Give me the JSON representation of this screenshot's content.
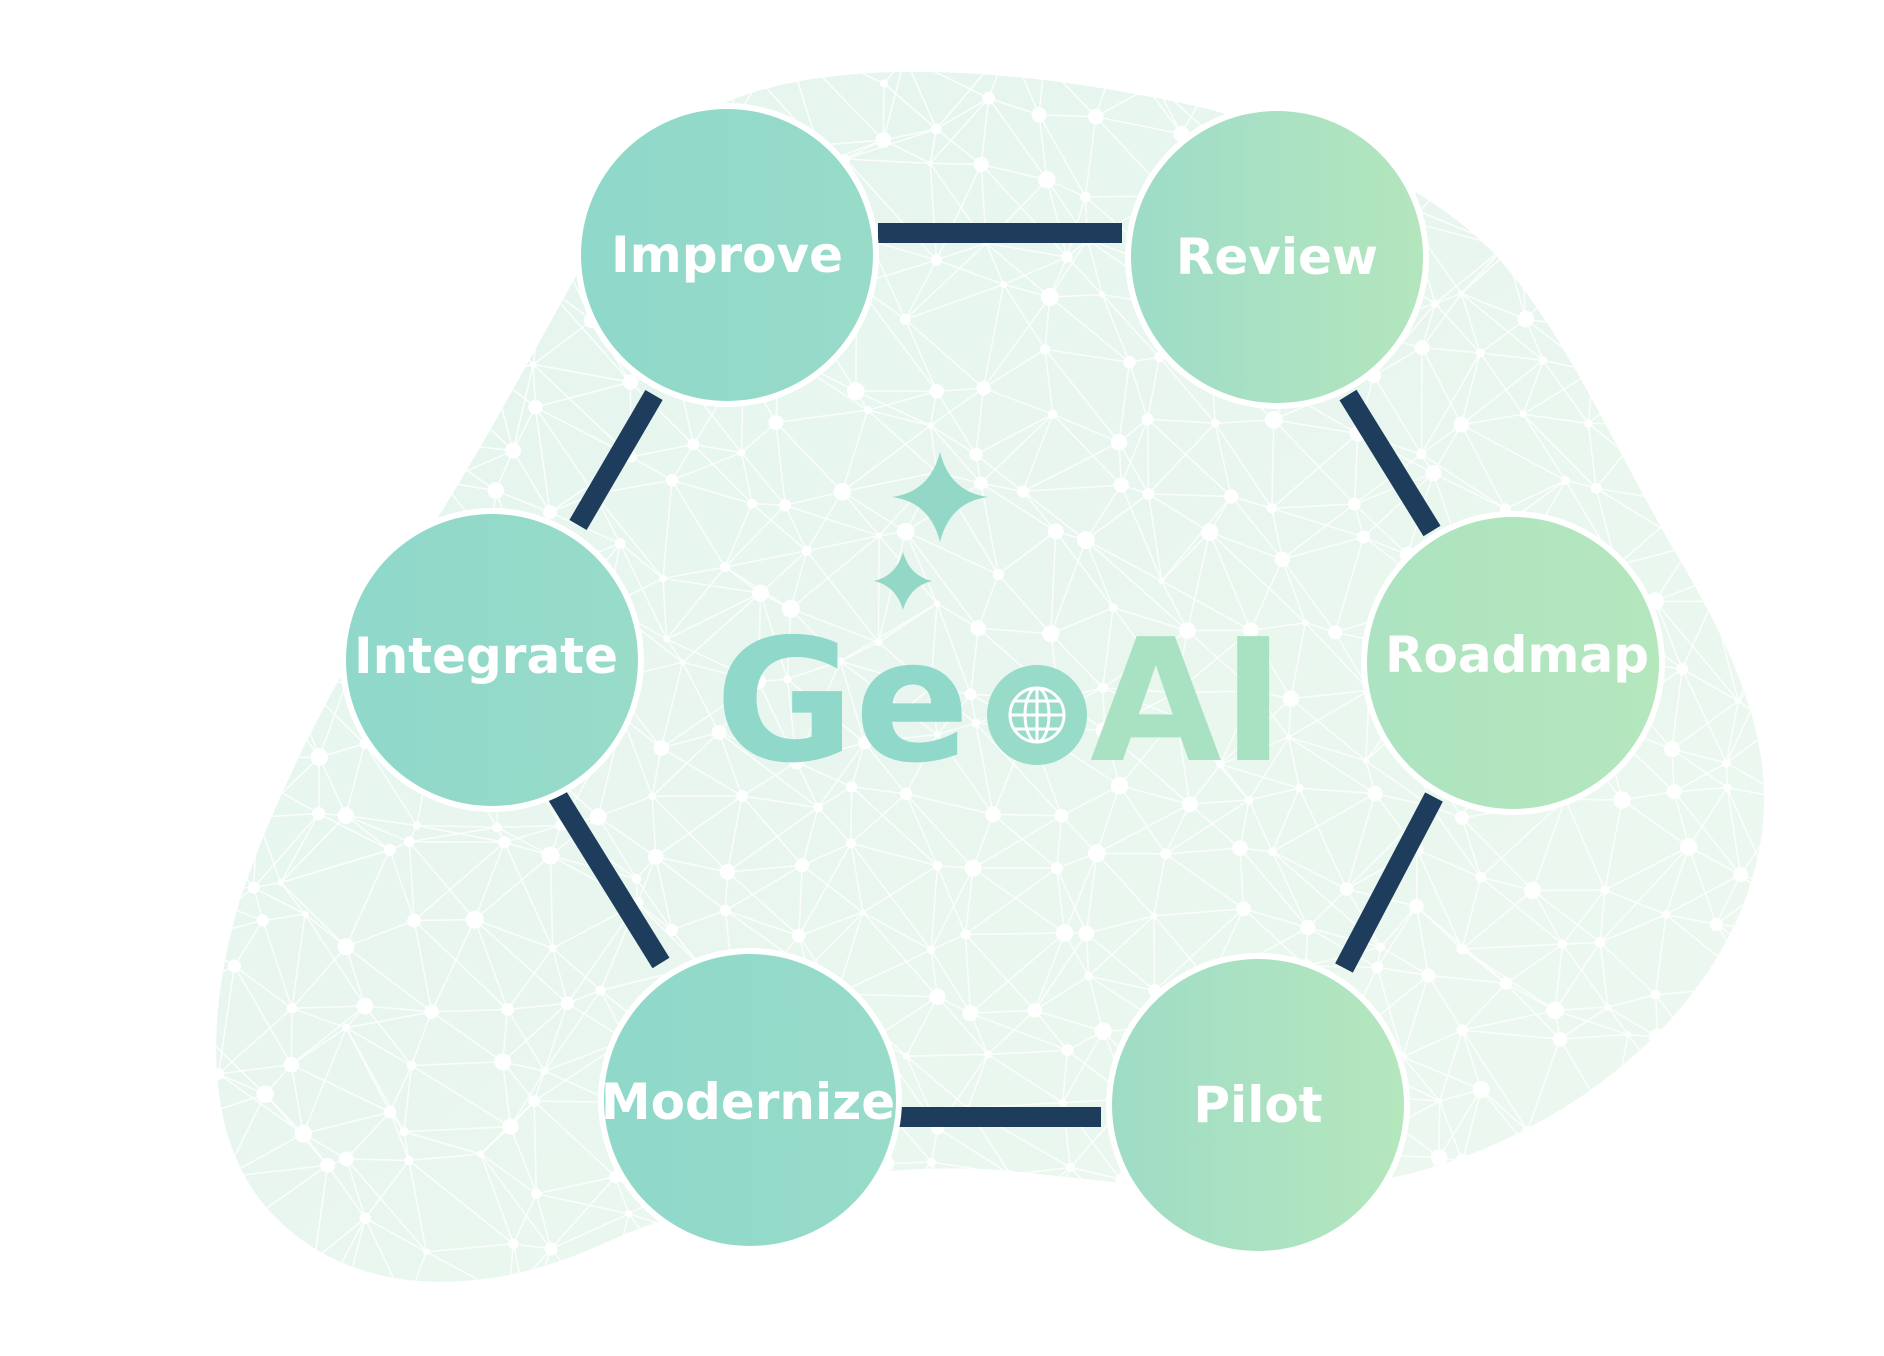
{
  "logo": {
    "prefix": "Ge",
    "suffix": "AI",
    "globe_icon": "globe-icon",
    "sparkle_icon": "sparkle-icon"
  },
  "cycle": {
    "nodes": [
      {
        "id": "improve",
        "label": "Improve"
      },
      {
        "id": "review",
        "label": "Review"
      },
      {
        "id": "roadmap",
        "label": "Roadmap"
      },
      {
        "id": "pilot",
        "label": "Pilot"
      },
      {
        "id": "modernize",
        "label": "Modernize"
      },
      {
        "id": "integrate",
        "label": "Integrate"
      }
    ]
  },
  "colors": {
    "teal": "#93d9cb",
    "green": "#b3e6bd",
    "connector": "#1e3d5c",
    "blob": "#e6f5ee",
    "mesh": "#ffffff"
  }
}
